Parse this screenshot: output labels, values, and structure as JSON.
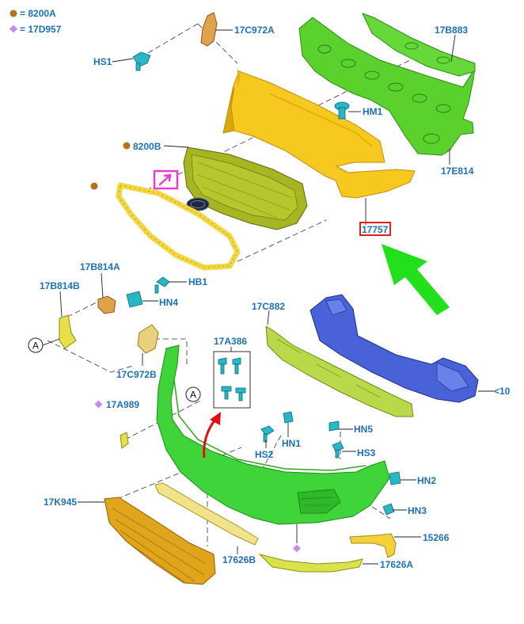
{
  "legend": {
    "items": [
      {
        "marker": "circle",
        "color": "#b8701e",
        "text": "= 8200A"
      },
      {
        "marker": "diamond",
        "color": "#c989ee",
        "text": "= 17D957"
      }
    ]
  },
  "labels": {
    "p17C972A": "17C972A",
    "HS1": "HS1",
    "p17B883": "17B883",
    "HM1": "HM1",
    "p8200B": "8200B",
    "p17E814": "17E814",
    "p17757": "17757",
    "p17B814A": "17B814A",
    "HB1": "HB1",
    "HN4": "HN4",
    "p17B814B": "17B814B",
    "p17C882": "17C882",
    "p17C972B": "17C972B",
    "p17A386": "17A386",
    "p10cut": "<10",
    "p17A989": "17A989",
    "HN5": "HN5",
    "HS2": "HS2",
    "HN1": "HN1",
    "HS3": "HS3",
    "HN2": "HN2",
    "p17K945": "17K945",
    "HN3": "HN3",
    "p15266": "15266",
    "p17626B": "17626B",
    "p17626A": "17626A",
    "refA": "A"
  },
  "colors": {
    "label_blue": "#1f6fb5",
    "cover_yellow": "#f7c81e",
    "grille_olive": "#a6b521",
    "frame_yellow": "#f2d742",
    "green_part": "#5ad12c",
    "bright_green": "#3fd43a",
    "beam_blue": "#4a62d8",
    "absorber_lime": "#b9d94a",
    "clip_cyan": "#27b7c6",
    "bracket_orange": "#e0a24a",
    "lower_grille": "#e1a51c",
    "highlight_red": "#e02020",
    "magenta_badge": "#e83ecf",
    "arrow_green": "#22e01c",
    "arrow_red": "#e01010"
  },
  "icons": {
    "emblem": "emblem-arrow-icon",
    "direction": "green-direction-arrow-icon",
    "motion": "red-curved-arrow-icon"
  }
}
